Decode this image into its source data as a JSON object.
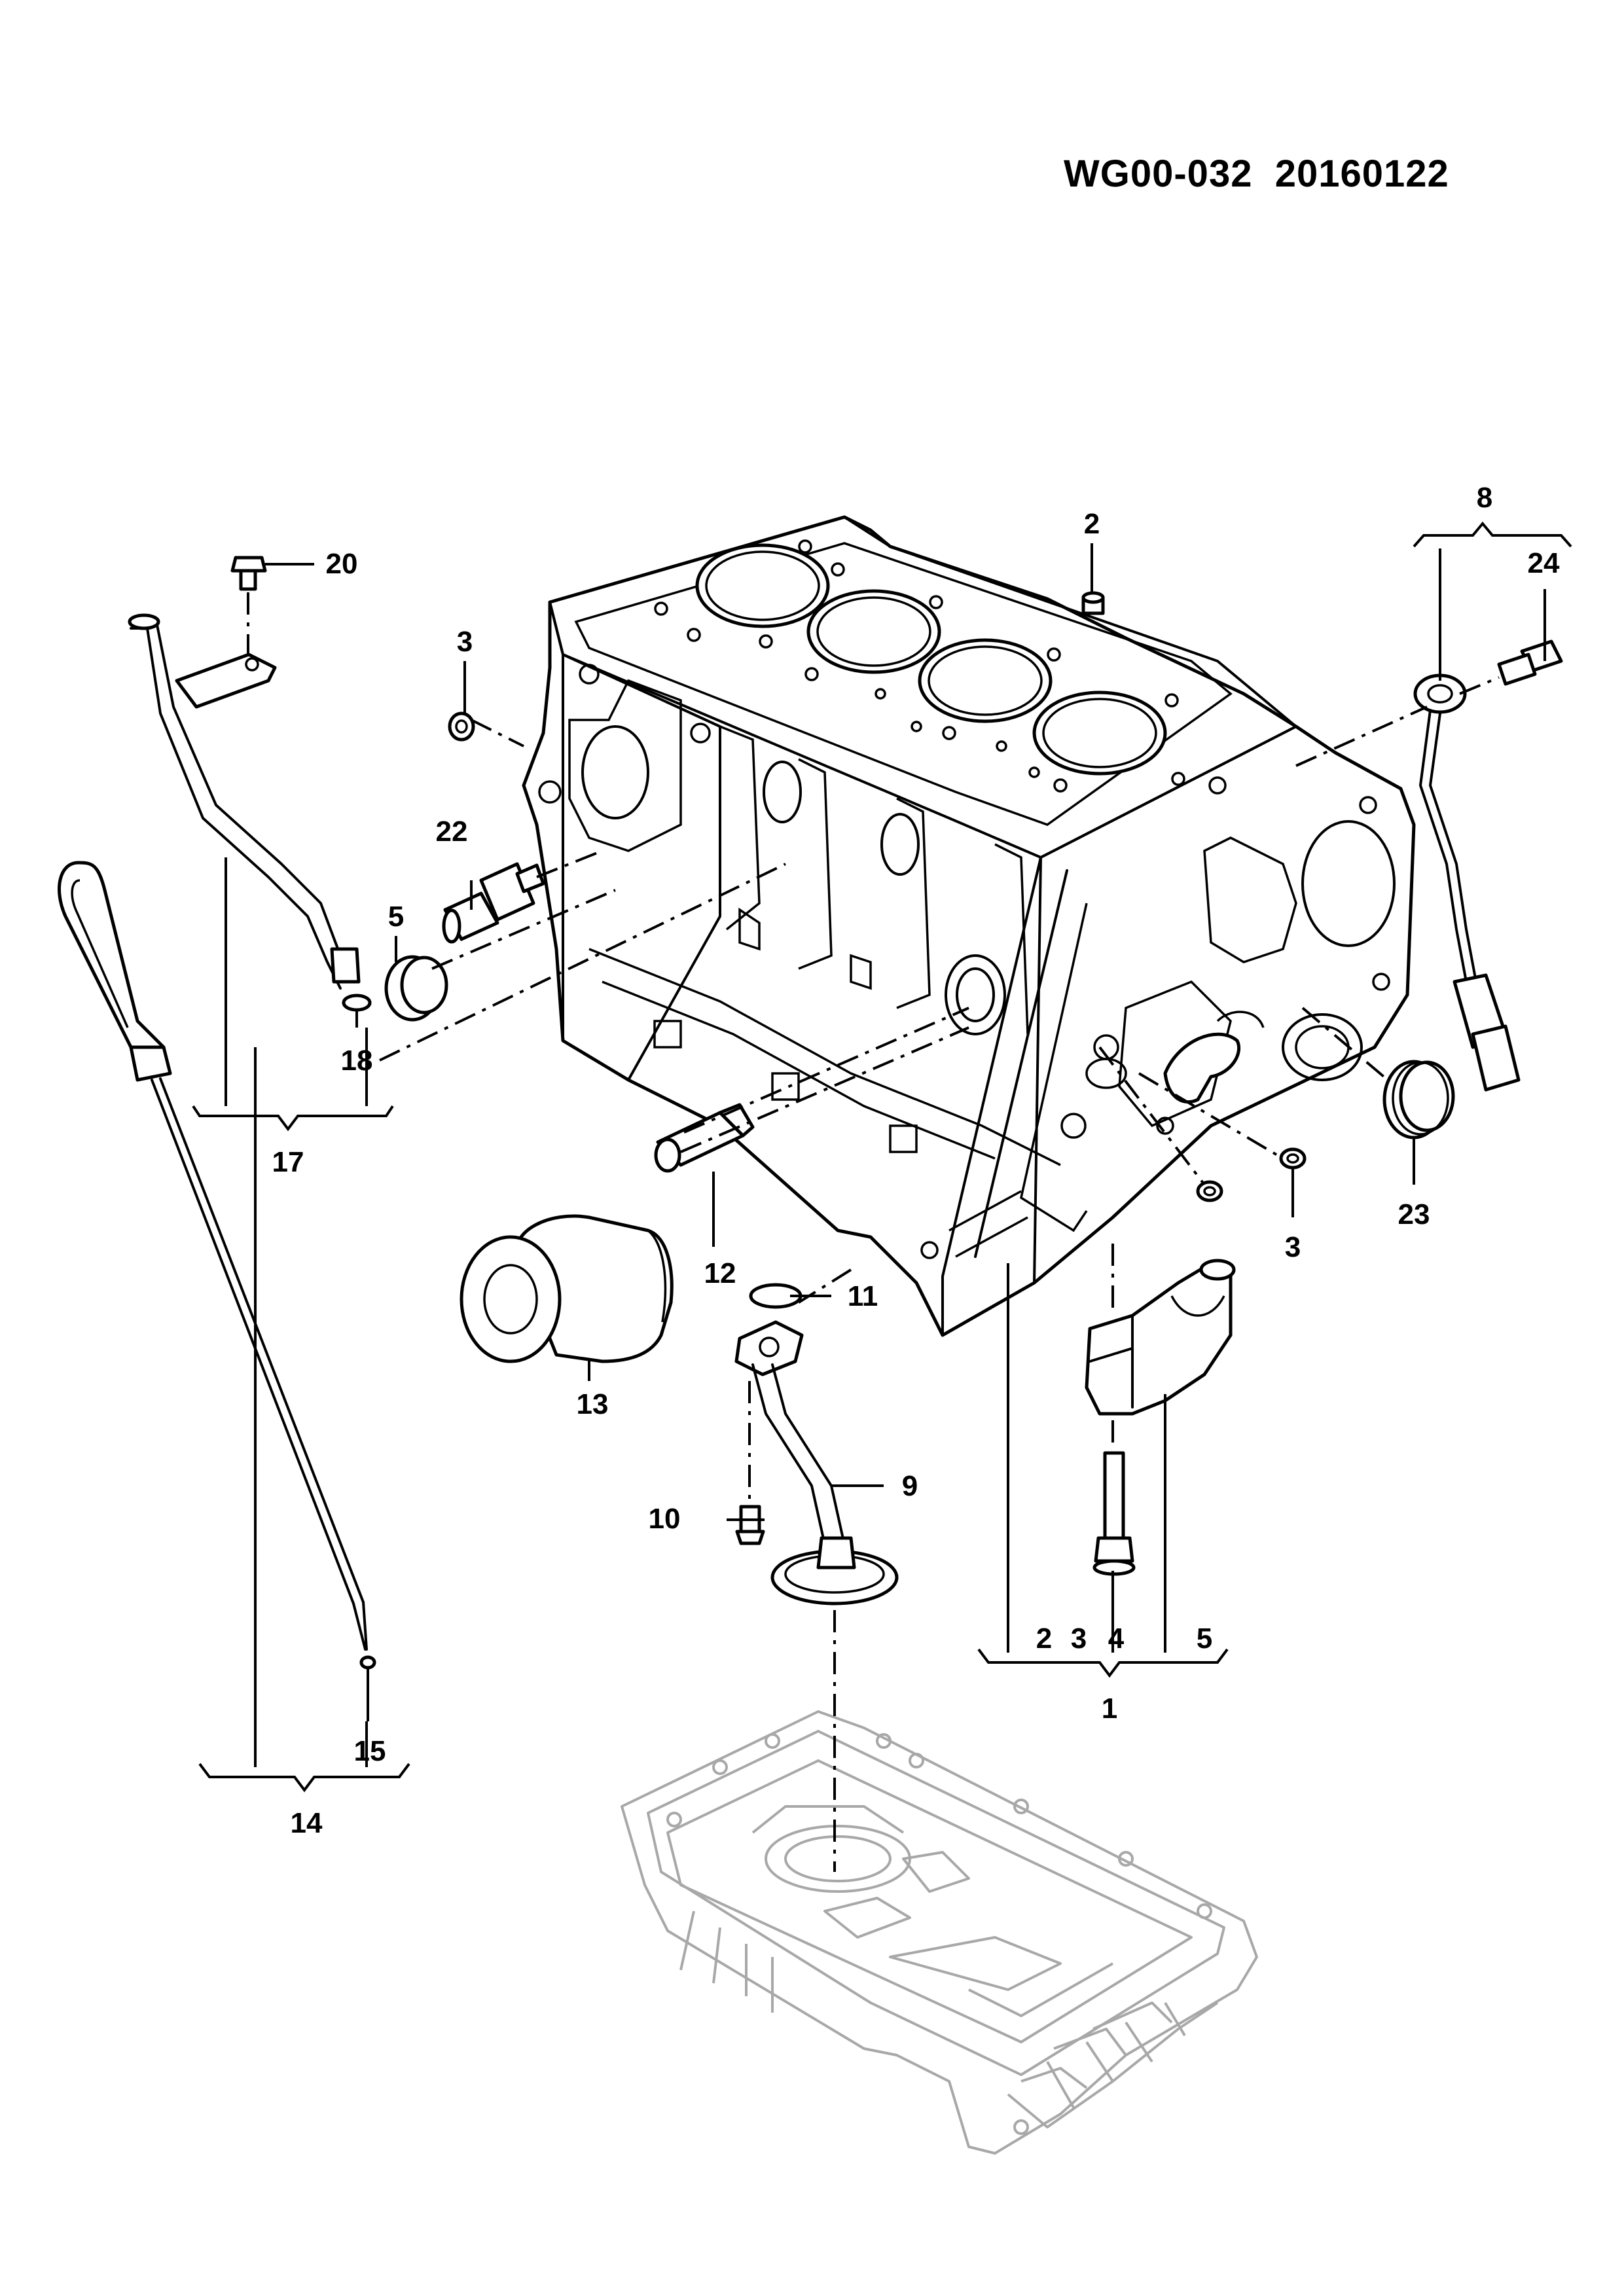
{
  "header": {
    "code": "WG00-032",
    "date": "20160122"
  },
  "callouts": {
    "c1": "1",
    "c2": "2",
    "c2b": "2",
    "c3a": "3",
    "c3b": "3",
    "c3c": "3",
    "c4": "4",
    "c5a": "5",
    "c5b": "5",
    "c8": "8",
    "c9": "9",
    "c10": "10",
    "c11": "11",
    "c12": "12",
    "c13": "13",
    "c14": "14",
    "c15": "15",
    "c17": "17",
    "c18": "18",
    "c20": "20",
    "c22": "22",
    "c23": "23",
    "c24": "24"
  },
  "colors": {
    "line": "#000000",
    "ghost": "#a8a8a8",
    "background": "#ffffff"
  }
}
